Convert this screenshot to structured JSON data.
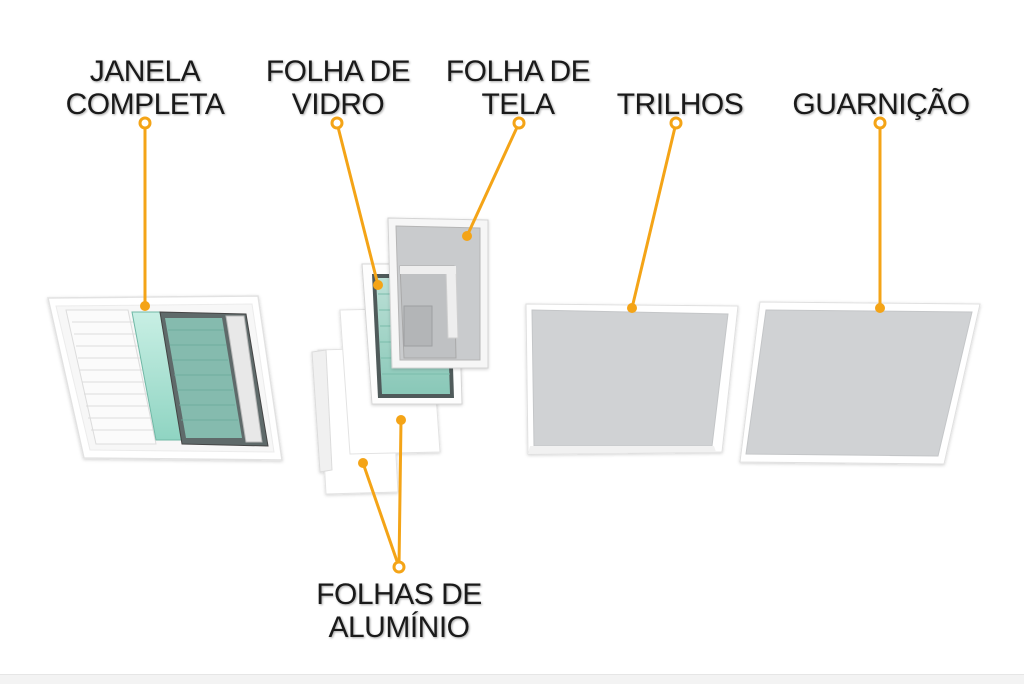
{
  "labels": {
    "janela_completa": [
      "JANELA",
      "COMPLETA"
    ],
    "folha_de_vidro": [
      "FOLHA DE",
      "VIDRO"
    ],
    "folha_de_tela": [
      "FOLHA DE",
      "TELA"
    ],
    "trilhos": [
      "TRILHOS"
    ],
    "guarnicao": [
      "GUARNIÇÃO"
    ],
    "folhas_de_aluminio": [
      "FOLHAS DE",
      "ALUMÍNIO"
    ]
  },
  "colors": {
    "leader": "#f4a417",
    "marker_fill": "#f4a417",
    "marker_ring": "#f7c35a",
    "panel_gray": "#cfd1d3",
    "frame_white": "#fafafa",
    "glass_green": "#a6e1d2",
    "text": "#1a1a1a"
  }
}
